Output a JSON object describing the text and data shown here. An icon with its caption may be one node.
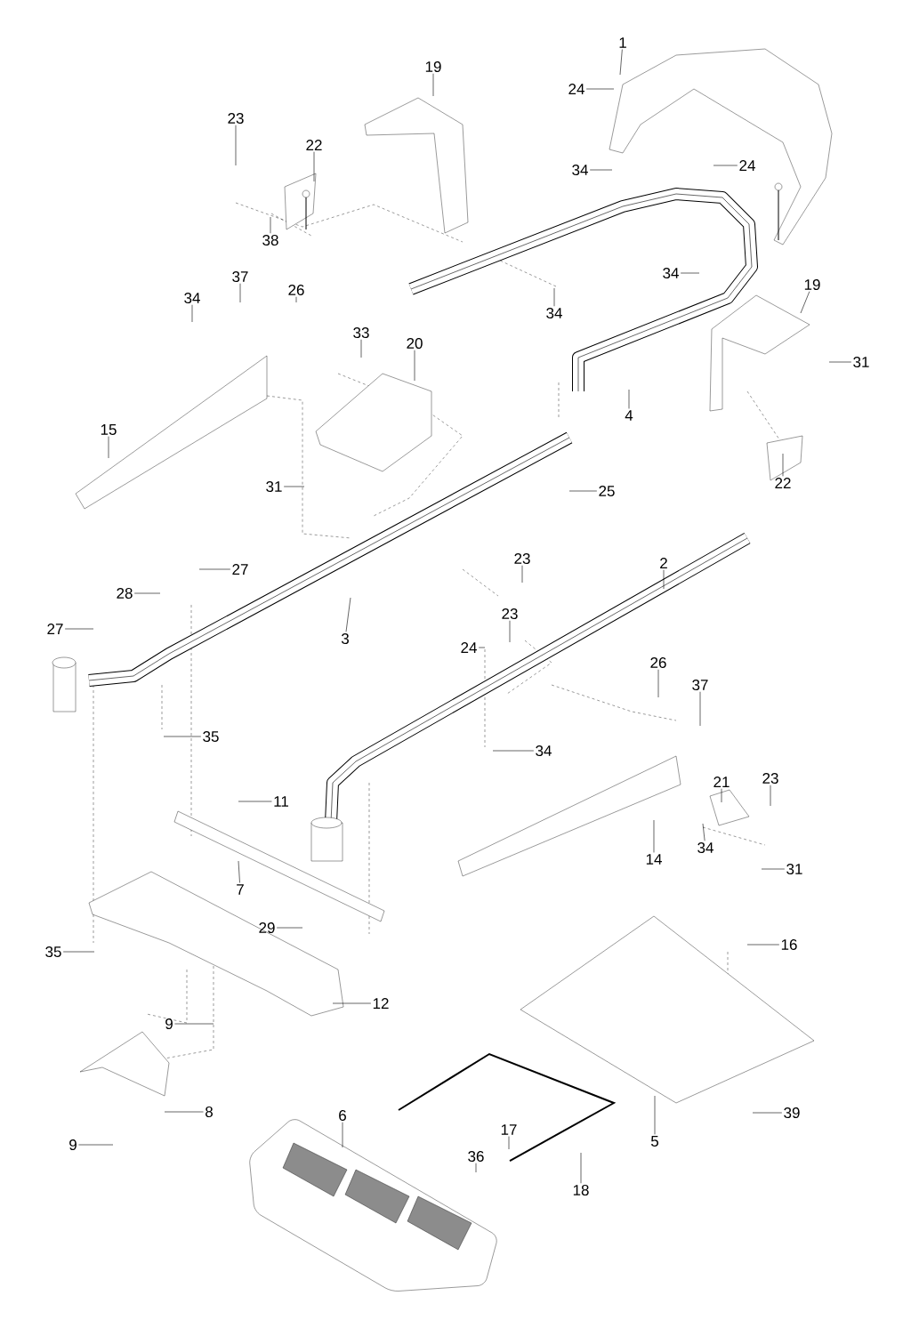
{
  "diagram": {
    "nodes": [
      {
        "text": [
          "1"
        ]
      },
      {
        "text": [
          "24"
        ]
      },
      {
        "text": [
          "34"
        ]
      },
      {
        "text": [
          "24"
        ]
      },
      {
        "text": [
          "19"
        ]
      },
      {
        "text": [
          "23"
        ]
      },
      {
        "text": [
          "22"
        ]
      },
      {
        "text": [
          "38"
        ]
      },
      {
        "text": [
          "34"
        ]
      },
      {
        "text": [
          "34"
        ]
      },
      {
        "text": [
          "19"
        ]
      },
      {
        "text": [
          "31"
        ]
      },
      {
        "text": [
          "4"
        ]
      },
      {
        "text": [
          "22"
        ]
      },
      {
        "text": [
          "37"
        ]
      },
      {
        "text": [
          "34"
        ]
      },
      {
        "text": [
          "26"
        ]
      },
      {
        "text": [
          "33"
        ]
      },
      {
        "text": [
          "20"
        ]
      },
      {
        "text": [
          "15"
        ]
      },
      {
        "text": [
          "31"
        ]
      },
      {
        "text": [
          "25"
        ]
      },
      {
        "text": [
          "23"
        ]
      },
      {
        "text": [
          "2"
        ]
      },
      {
        "text": [
          "23"
        ]
      },
      {
        "text": [
          "3"
        ]
      },
      {
        "text": [
          "24"
        ]
      },
      {
        "text": [
          "27"
        ]
      },
      {
        "text": [
          "28"
        ]
      },
      {
        "text": [
          "27"
        ]
      },
      {
        "text": [
          "35"
        ]
      },
      {
        "text": [
          "26"
        ]
      },
      {
        "text": [
          "37"
        ]
      },
      {
        "text": [
          "34"
        ]
      },
      {
        "text": [
          "11"
        ]
      },
      {
        "text": [
          "21"
        ]
      },
      {
        "text": [
          "23"
        ]
      },
      {
        "text": [
          "34"
        ]
      },
      {
        "text": [
          "14"
        ]
      },
      {
        "text": [
          "31"
        ]
      },
      {
        "text": [
          "7"
        ]
      },
      {
        "text": [
          "29"
        ]
      },
      {
        "text": [
          "35"
        ]
      },
      {
        "text": [
          "12"
        ]
      },
      {
        "text": [
          "9"
        ]
      },
      {
        "text": [
          "16"
        ]
      },
      {
        "text": [
          "8"
        ]
      },
      {
        "text": [
          "9"
        ]
      },
      {
        "text": [
          "6"
        ]
      },
      {
        "text": [
          "17"
        ]
      },
      {
        "text": [
          "36"
        ]
      },
      {
        "text": [
          "18"
        ]
      },
      {
        "text": [
          "5"
        ]
      },
      {
        "text": [
          "39"
        ]
      }
    ],
    "edges": [
      {
        "from": 0,
        "to": null,
        "arrow": "none"
      },
      {
        "from": 1,
        "to": null,
        "arrow": "none"
      },
      {
        "from": 2,
        "to": null,
        "arrow": "none"
      },
      {
        "from": 3,
        "to": null,
        "arrow": "none"
      },
      {
        "from": 4,
        "to": null,
        "arrow": "none"
      },
      {
        "from": 5,
        "to": null,
        "arrow": "none"
      },
      {
        "from": 6,
        "to": null,
        "arrow": "none"
      },
      {
        "from": 7,
        "to": null,
        "arrow": "none"
      },
      {
        "from": 8,
        "to": null,
        "arrow": "none"
      },
      {
        "from": 9,
        "to": null,
        "arrow": "none"
      },
      {
        "from": 10,
        "to": null,
        "arrow": "none"
      },
      {
        "from": 11,
        "to": null,
        "arrow": "none"
      },
      {
        "from": 12,
        "to": null,
        "arrow": "none"
      },
      {
        "from": 13,
        "to": null,
        "arrow": "none"
      },
      {
        "from": 14,
        "to": null,
        "arrow": "none"
      },
      {
        "from": 15,
        "to": null,
        "arrow": "none"
      },
      {
        "from": 16,
        "to": null,
        "arrow": "none"
      },
      {
        "from": 17,
        "to": null,
        "arrow": "none"
      },
      {
        "from": 18,
        "to": null,
        "arrow": "none"
      },
      {
        "from": 19,
        "to": null,
        "arrow": "none"
      },
      {
        "from": 20,
        "to": null,
        "arrow": "none"
      },
      {
        "from": 21,
        "to": null,
        "arrow": "none"
      },
      {
        "from": 22,
        "to": null,
        "arrow": "none"
      },
      {
        "from": 23,
        "to": null,
        "arrow": "none"
      },
      {
        "from": 24,
        "to": null,
        "arrow": "none"
      },
      {
        "from": 25,
        "to": null,
        "arrow": "none"
      },
      {
        "from": 26,
        "to": null,
        "arrow": "none"
      },
      {
        "from": 27,
        "to": null,
        "arrow": "none"
      },
      {
        "from": 28,
        "to": null,
        "arrow": "none"
      },
      {
        "from": 29,
        "to": null,
        "arrow": "none"
      },
      {
        "from": 30,
        "to": null,
        "arrow": "none"
      },
      {
        "from": 31,
        "to": null,
        "arrow": "none"
      },
      {
        "from": 32,
        "to": null,
        "arrow": "none"
      },
      {
        "from": 33,
        "to": null,
        "arrow": "none"
      },
      {
        "from": 34,
        "to": null,
        "arrow": "none"
      },
      {
        "from": 35,
        "to": null,
        "arrow": "none"
      },
      {
        "from": 36,
        "to": null,
        "arrow": "none"
      },
      {
        "from": 37,
        "to": null,
        "arrow": "none"
      },
      {
        "from": 38,
        "to": null,
        "arrow": "none"
      },
      {
        "from": 39,
        "to": null,
        "arrow": "none"
      },
      {
        "from": 40,
        "to": null,
        "arrow": "none"
      },
      {
        "from": 41,
        "to": null,
        "arrow": "none"
      },
      {
        "from": 42,
        "to": null,
        "arrow": "none"
      },
      {
        "from": 43,
        "to": null,
        "arrow": "none"
      },
      {
        "from": 44,
        "to": null,
        "arrow": "none"
      },
      {
        "from": 45,
        "to": null,
        "arrow": "none"
      },
      {
        "from": 46,
        "to": null,
        "arrow": "none"
      },
      {
        "from": 47,
        "to": null,
        "arrow": "none"
      },
      {
        "from": 48,
        "to": null,
        "arrow": "none"
      },
      {
        "from": 49,
        "to": null,
        "arrow": "none"
      },
      {
        "from": 50,
        "to": null,
        "arrow": "none"
      },
      {
        "from": 51,
        "to": null,
        "arrow": "none"
      },
      {
        "from": 52,
        "to": null,
        "arrow": "none"
      },
      {
        "from": 53,
        "to": null,
        "arrow": "none"
      }
    ]
  }
}
